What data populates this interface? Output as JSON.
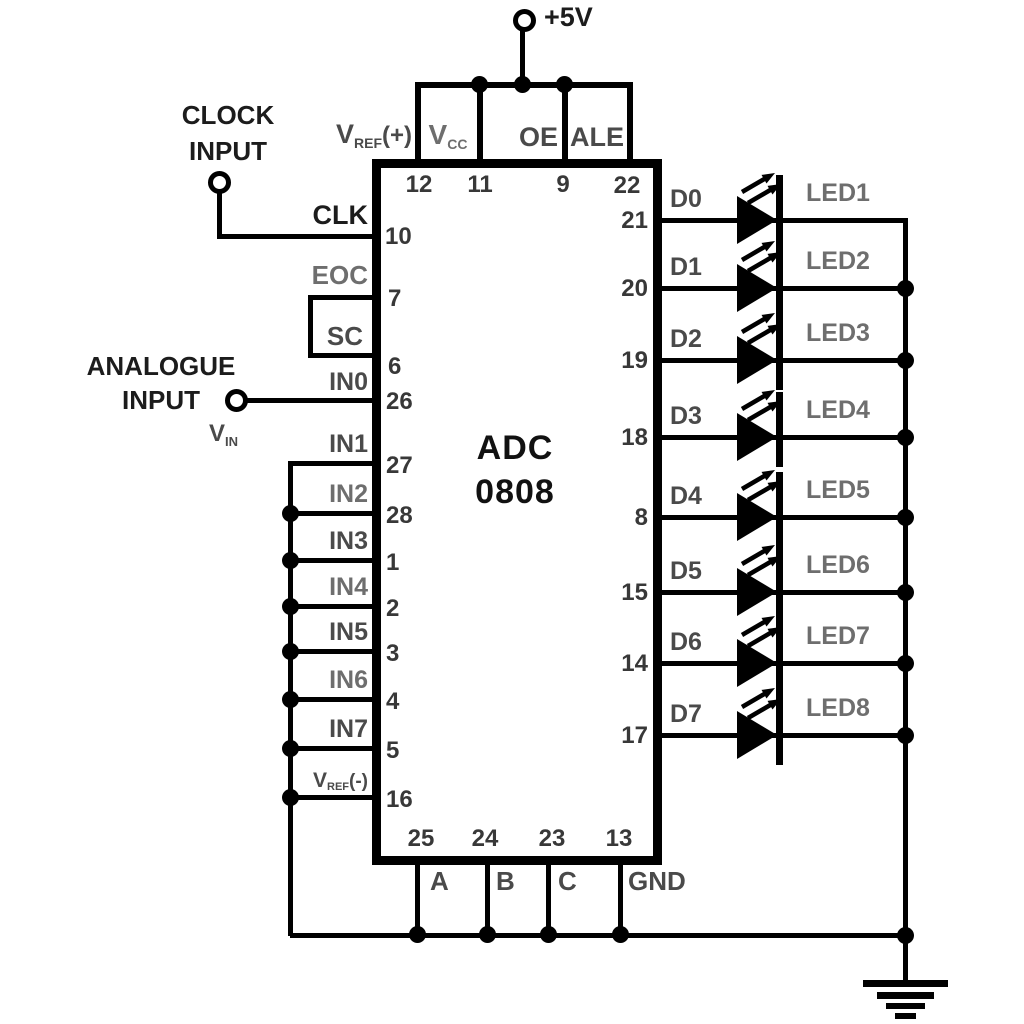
{
  "colors": {
    "line": "#000000",
    "background": "#ffffff",
    "text": "#3a3a3a"
  },
  "chip": {
    "name_line1": "ADC",
    "name_line2": "0808"
  },
  "power": {
    "label": "+5V"
  },
  "clock": {
    "line1": "CLOCK",
    "line2": "INPUT"
  },
  "analogue": {
    "line1": "ANALOGUE",
    "line2": "INPUT",
    "v_main": "V",
    "v_sub": "IN"
  },
  "top_pins": [
    {
      "label_main": "V",
      "label_sub": "REF",
      "label_suffix": "(+)",
      "pin": "12"
    },
    {
      "label_main": "V",
      "label_sub": "CC",
      "label_suffix": "",
      "pin": "11"
    },
    {
      "label": "OE",
      "pin": "9"
    },
    {
      "label": "ALE",
      "pin": "22"
    }
  ],
  "left_pins": [
    {
      "label": "CLK",
      "pin": "10"
    },
    {
      "label": "EOC",
      "pin": "7"
    },
    {
      "label": "SC",
      "pin": "6"
    },
    {
      "label": "IN0",
      "pin": "26"
    },
    {
      "label": "IN1",
      "pin": "27"
    },
    {
      "label": "IN2",
      "pin": "28"
    },
    {
      "label": "IN3",
      "pin": "1"
    },
    {
      "label": "IN4",
      "pin": "2"
    },
    {
      "label": "IN5",
      "pin": "3"
    },
    {
      "label": "IN6",
      "pin": "4"
    },
    {
      "label": "IN7",
      "pin": "5"
    },
    {
      "label_main": "V",
      "label_sub": "REF",
      "label_suffix": "(-)",
      "pin": "16"
    }
  ],
  "bottom_pins": [
    {
      "label": "A",
      "pin": "25"
    },
    {
      "label": "B",
      "pin": "24"
    },
    {
      "label": "C",
      "pin": "23"
    },
    {
      "label": "GND",
      "pin": "13"
    }
  ],
  "right_pins": [
    {
      "label": "D0",
      "pin": "21",
      "led": "LED1"
    },
    {
      "label": "D1",
      "pin": "20",
      "led": "LED2"
    },
    {
      "label": "D2",
      "pin": "19",
      "led": "LED3"
    },
    {
      "label": "D3",
      "pin": "18",
      "led": "LED4"
    },
    {
      "label": "D4",
      "pin": "8",
      "led": "LED5"
    },
    {
      "label": "D5",
      "pin": "15",
      "led": "LED6"
    },
    {
      "label": "D6",
      "pin": "14",
      "led": "LED7"
    },
    {
      "label": "D7",
      "pin": "17",
      "led": "LED8"
    }
  ]
}
